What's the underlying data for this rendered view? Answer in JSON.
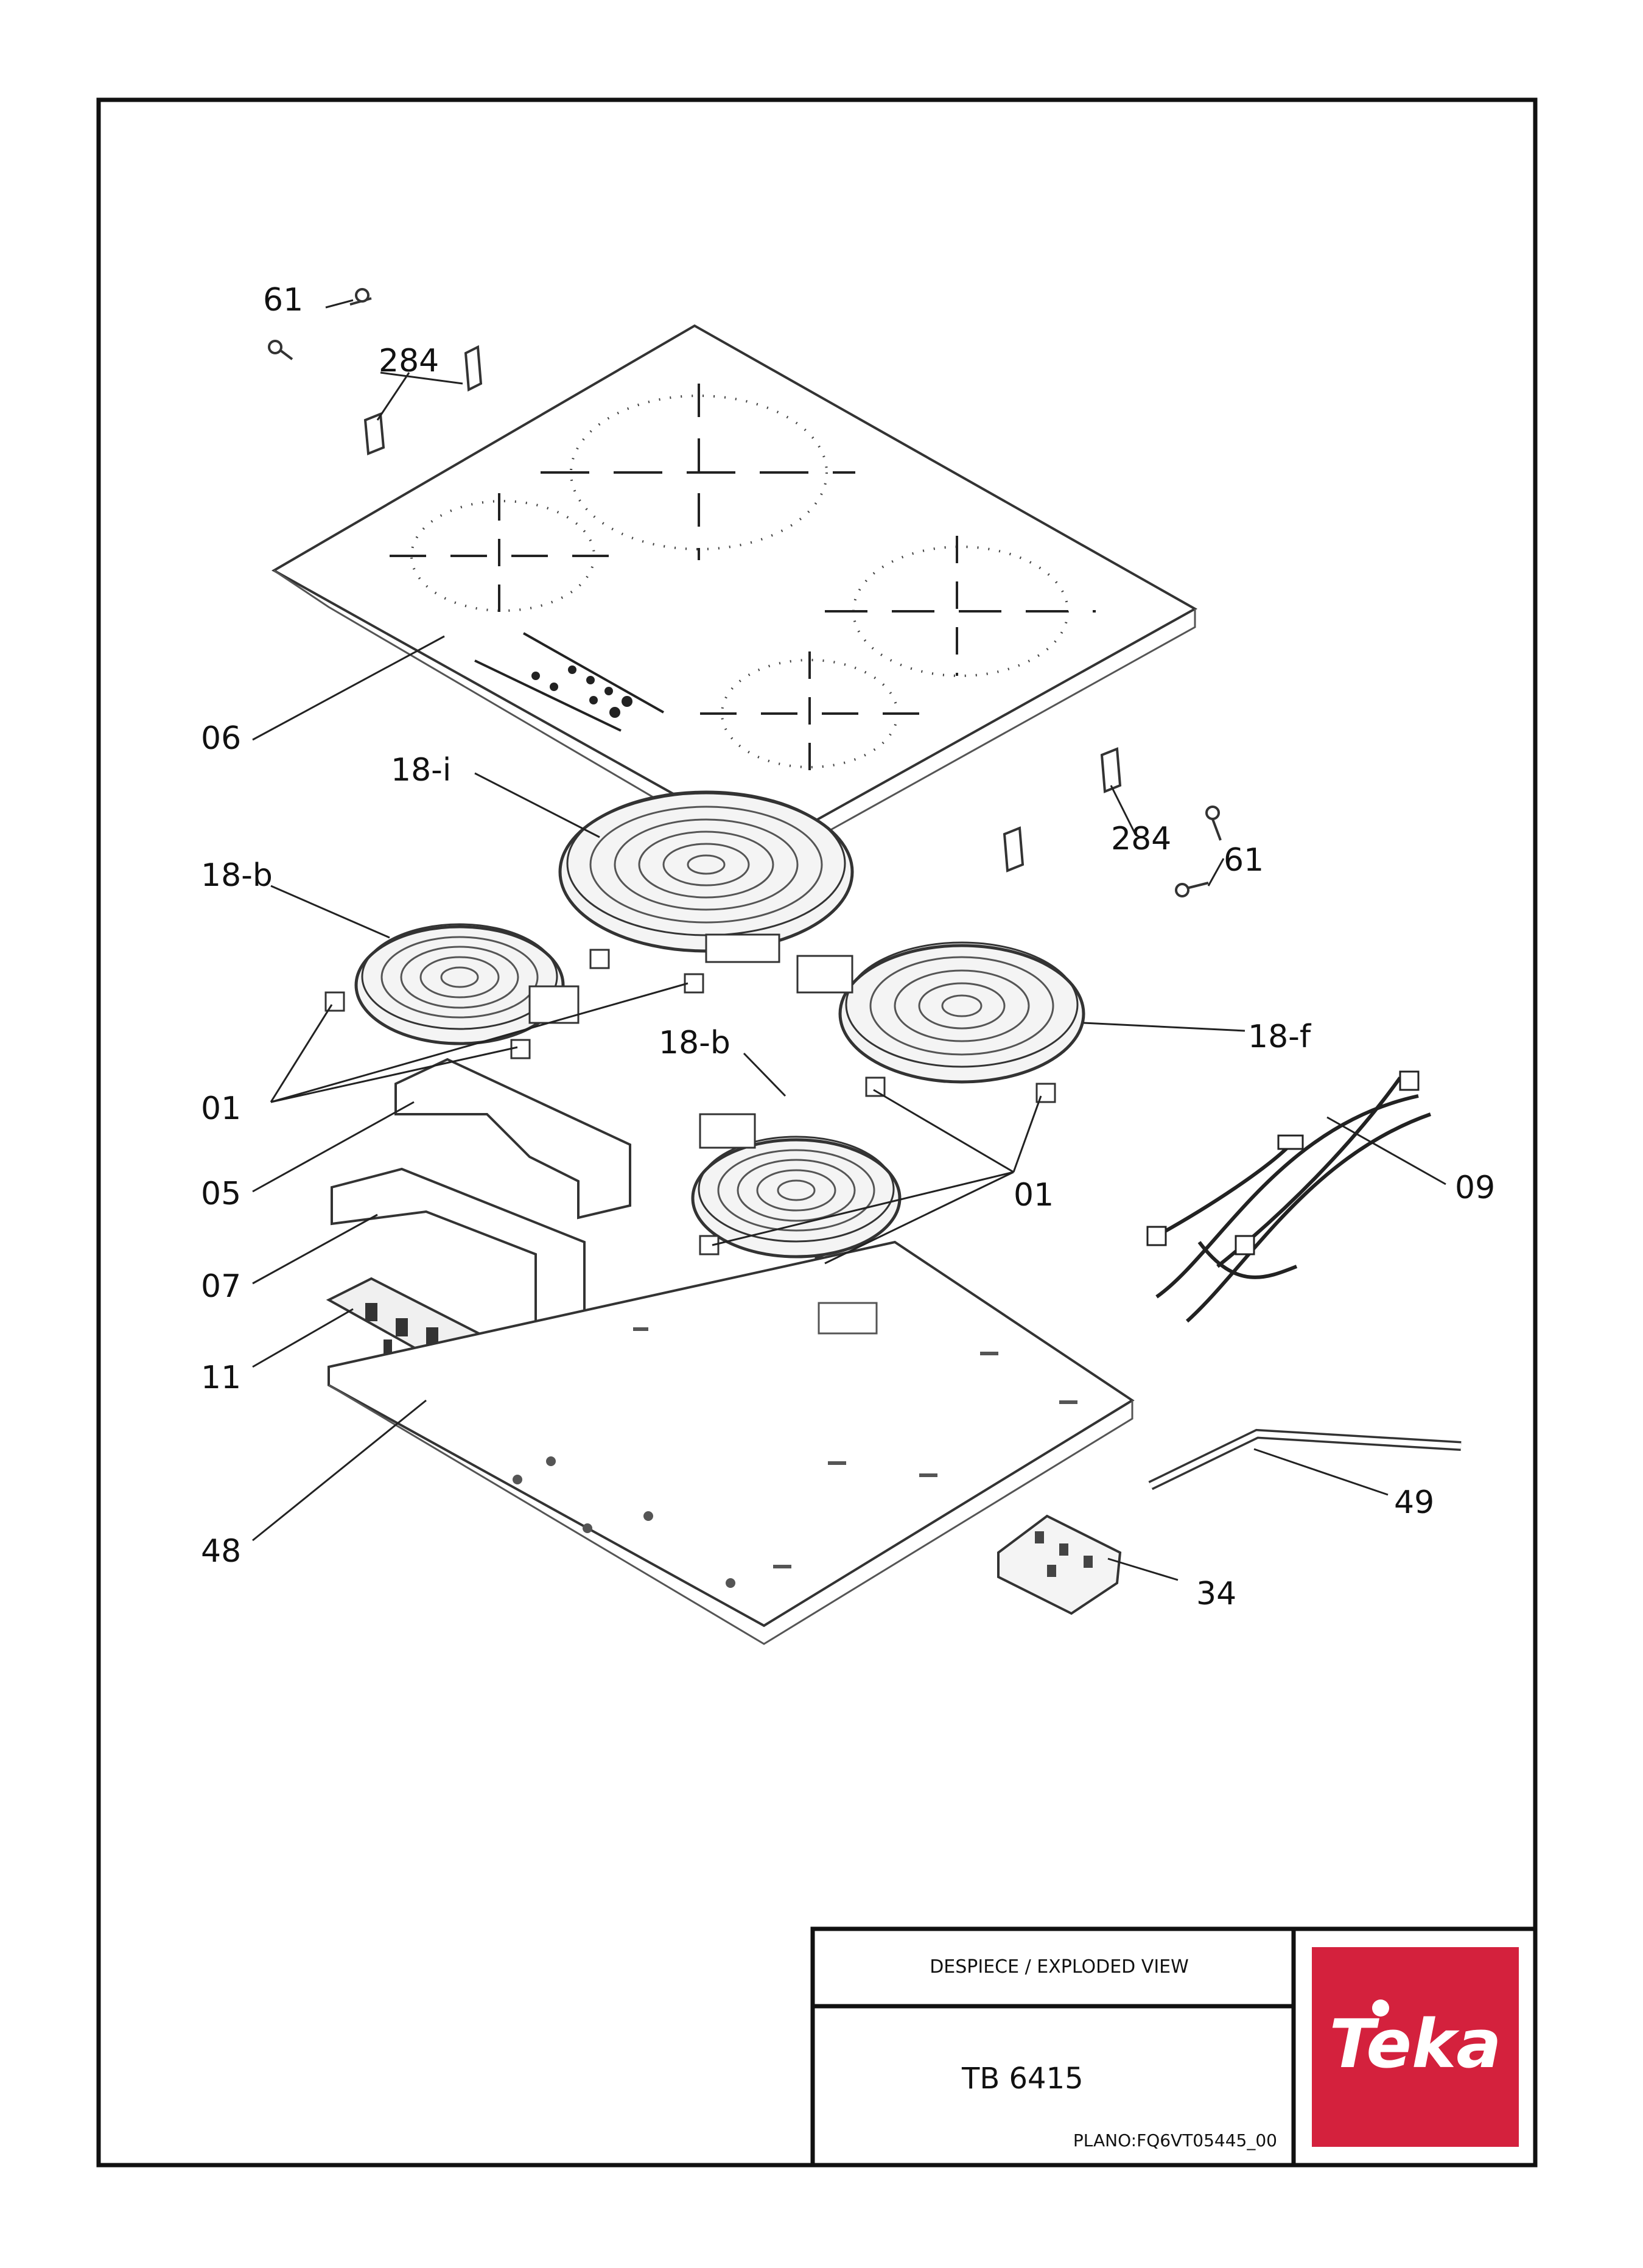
{
  "callouts": {
    "c61a": "61",
    "c284a": "284",
    "c06": "06",
    "c18i": "18-i",
    "c18b_left": "18-b",
    "c284b": "284",
    "c61b": "61",
    "c18f": "18-f",
    "c18b_center": "18-b",
    "c01_left": "01",
    "c01_right": "01",
    "c05": "05",
    "c07": "07",
    "c11": "11",
    "c09": "09",
    "c48": "48",
    "c49": "49",
    "c34": "34"
  },
  "title_block": {
    "heading": "DESPIECE / EXPLODED VIEW",
    "model": "TB 6415",
    "plan": "PLANO:FQ6VT05445_00"
  },
  "logo": {
    "text": "Teka",
    "background": "#d4213d",
    "foreground": "#ffffff"
  }
}
